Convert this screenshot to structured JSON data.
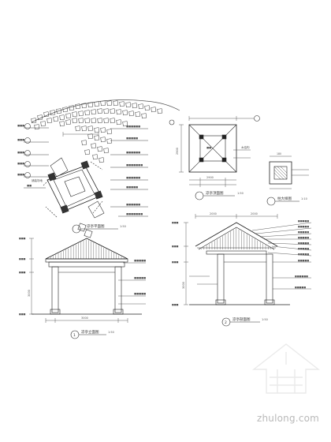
{
  "drawings": {
    "site_plan": {
      "title": "凉亭平面图",
      "scale": "1:50",
      "label_1": "铺装场地"
    },
    "top_view": {
      "title": "凉亭顶面图",
      "scale": "1:50",
      "dim_top": "2900",
      "dim_side": "2900",
      "label_1": "木结构"
    },
    "detail": {
      "title": "柱大样图",
      "scale": "1:10",
      "dim": "180"
    },
    "front_elevation": {
      "number": "1",
      "title": "凉亭立面图",
      "scale": "1:50",
      "dim_total": "3000",
      "dim_height": "3000"
    },
    "section": {
      "number": "2",
      "title": "凉亭剖面图",
      "scale": "1:50",
      "dim_left": "2000",
      "dim_right": "2000",
      "dim_height": "3000"
    }
  },
  "watermark": {
    "text": "zhulong.com"
  }
}
